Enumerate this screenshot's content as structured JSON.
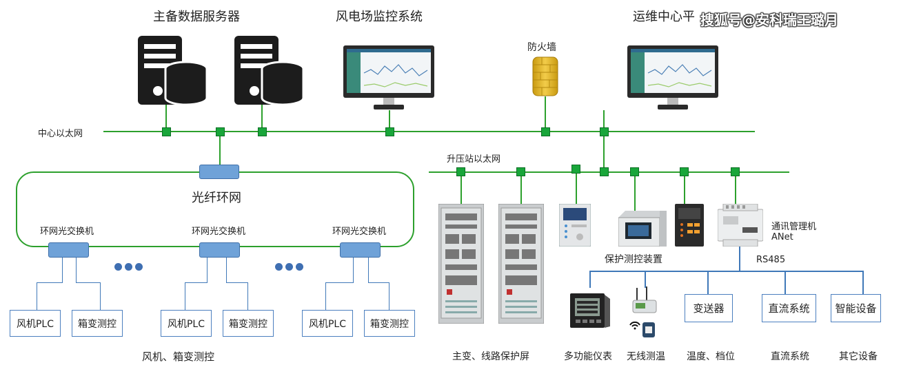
{
  "titles": {
    "servers": "主备数据服务器",
    "scada": "风电场监控系统",
    "ops": "运维中心平",
    "firewall": "防火墙",
    "watermark": "搜狐号@安科瑞王璐月"
  },
  "networks": {
    "center": "中心以太网",
    "substation": "升压站以太网",
    "ring": "光纤环网"
  },
  "ring_switches": [
    "环网光交换机",
    "环网光交换机",
    "环网光交换机"
  ],
  "plc_boxes": [
    "风机PLC",
    "风机PLC",
    "风机PLC"
  ],
  "box_ctrl": [
    "箱变测控",
    "箱变测控",
    "箱变测控"
  ],
  "fan_caption": "风机、箱变测控",
  "right": {
    "protection_device": "保护测控装置",
    "comm_manager": "通讯管理机",
    "anet": "ANet",
    "rs485": "RS485",
    "cabinet_caption": "主变、线路保护屏"
  },
  "bottom_boxes": [
    "变送器",
    "直流系统",
    "智能设备"
  ],
  "bottom_captions": [
    "多功能仪表",
    "无线测温",
    "温度、档位",
    "直流系统",
    "其它设备"
  ],
  "colors": {
    "network": "#2ca02c",
    "node": "#19a63a",
    "switch": "#6fa2d8",
    "link": "#3f78b8"
  }
}
